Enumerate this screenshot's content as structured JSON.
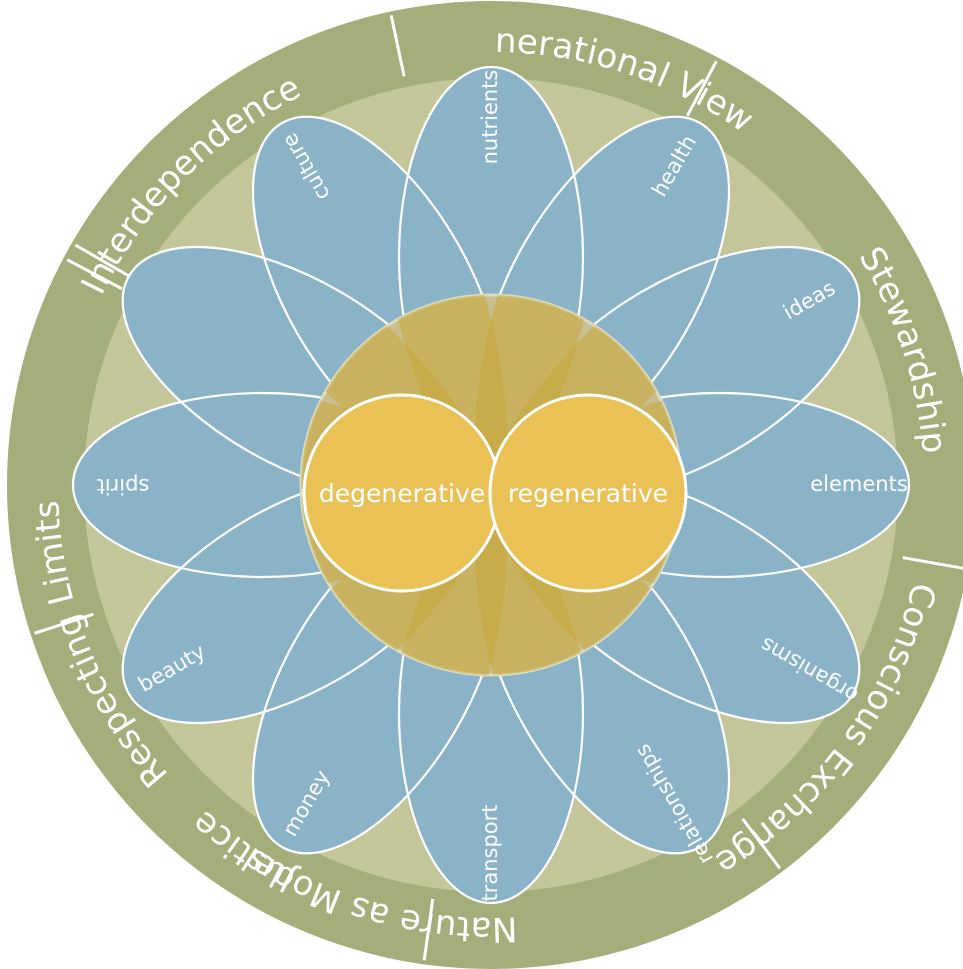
{
  "colors": {
    "outer_ring": "#a4ae7b",
    "inner_ring": "#c3c699",
    "petal": "#8bb3c8",
    "petal_stroke": "#ffffff",
    "center_disc": "#c9be8f",
    "gold": "#e9c155",
    "gold_dark": "#c9a838"
  },
  "ring_labels": [
    {
      "text": "Intergenerational View"
    },
    {
      "text": "Stewardship"
    },
    {
      "text": "Conscious Exchange"
    },
    {
      "text": "Nature as Model"
    },
    {
      "text": "Justice"
    },
    {
      "text": "Respecting Limits"
    },
    {
      "text": "Interdependence"
    }
  ],
  "petals": [
    {
      "label": "nutrients"
    },
    {
      "label": "health"
    },
    {
      "label": "ideas"
    },
    {
      "label": "elements"
    },
    {
      "label": "organisms"
    },
    {
      "label": "relationships"
    },
    {
      "label": "transport"
    },
    {
      "label": "money"
    },
    {
      "label": "beauty"
    },
    {
      "label": "spirit"
    },
    {
      "label": ""
    },
    {
      "label": "culture"
    }
  ],
  "core": {
    "left": "degenerative",
    "right": "regenerative"
  }
}
